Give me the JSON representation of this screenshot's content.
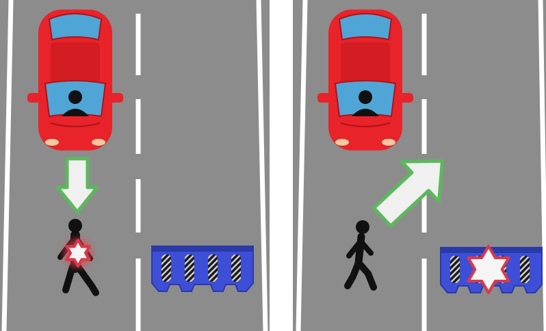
{
  "panels": [
    {
      "id": "left",
      "scenario": "car-straight",
      "collision_target": "pedestrian",
      "elements": [
        "red-car",
        "straight-arrow",
        "pedestrian",
        "barrier",
        "collision-star"
      ]
    },
    {
      "id": "right",
      "scenario": "car-swerve",
      "collision_target": "barrier",
      "elements": [
        "red-car",
        "diagonal-arrow",
        "pedestrian",
        "barrier",
        "collision-star"
      ]
    }
  ],
  "colors": {
    "road": "#8c8c8c",
    "lane_line": "#ffffff",
    "car_body": "#e8232a",
    "car_dark": "#b01218",
    "window": "#4fa6d6",
    "driver": "#111111",
    "arrow_fill": "#f0f0f0",
    "arrow_outline": "#5cb85c",
    "pedestrian": "#111111",
    "barrier": "#3d4fd6",
    "barrier_dark": "#2a3aa8",
    "barrier_slot": "#1a1a1a",
    "star_fill": "#f5f5f5",
    "star_outline": "#d9394a"
  }
}
